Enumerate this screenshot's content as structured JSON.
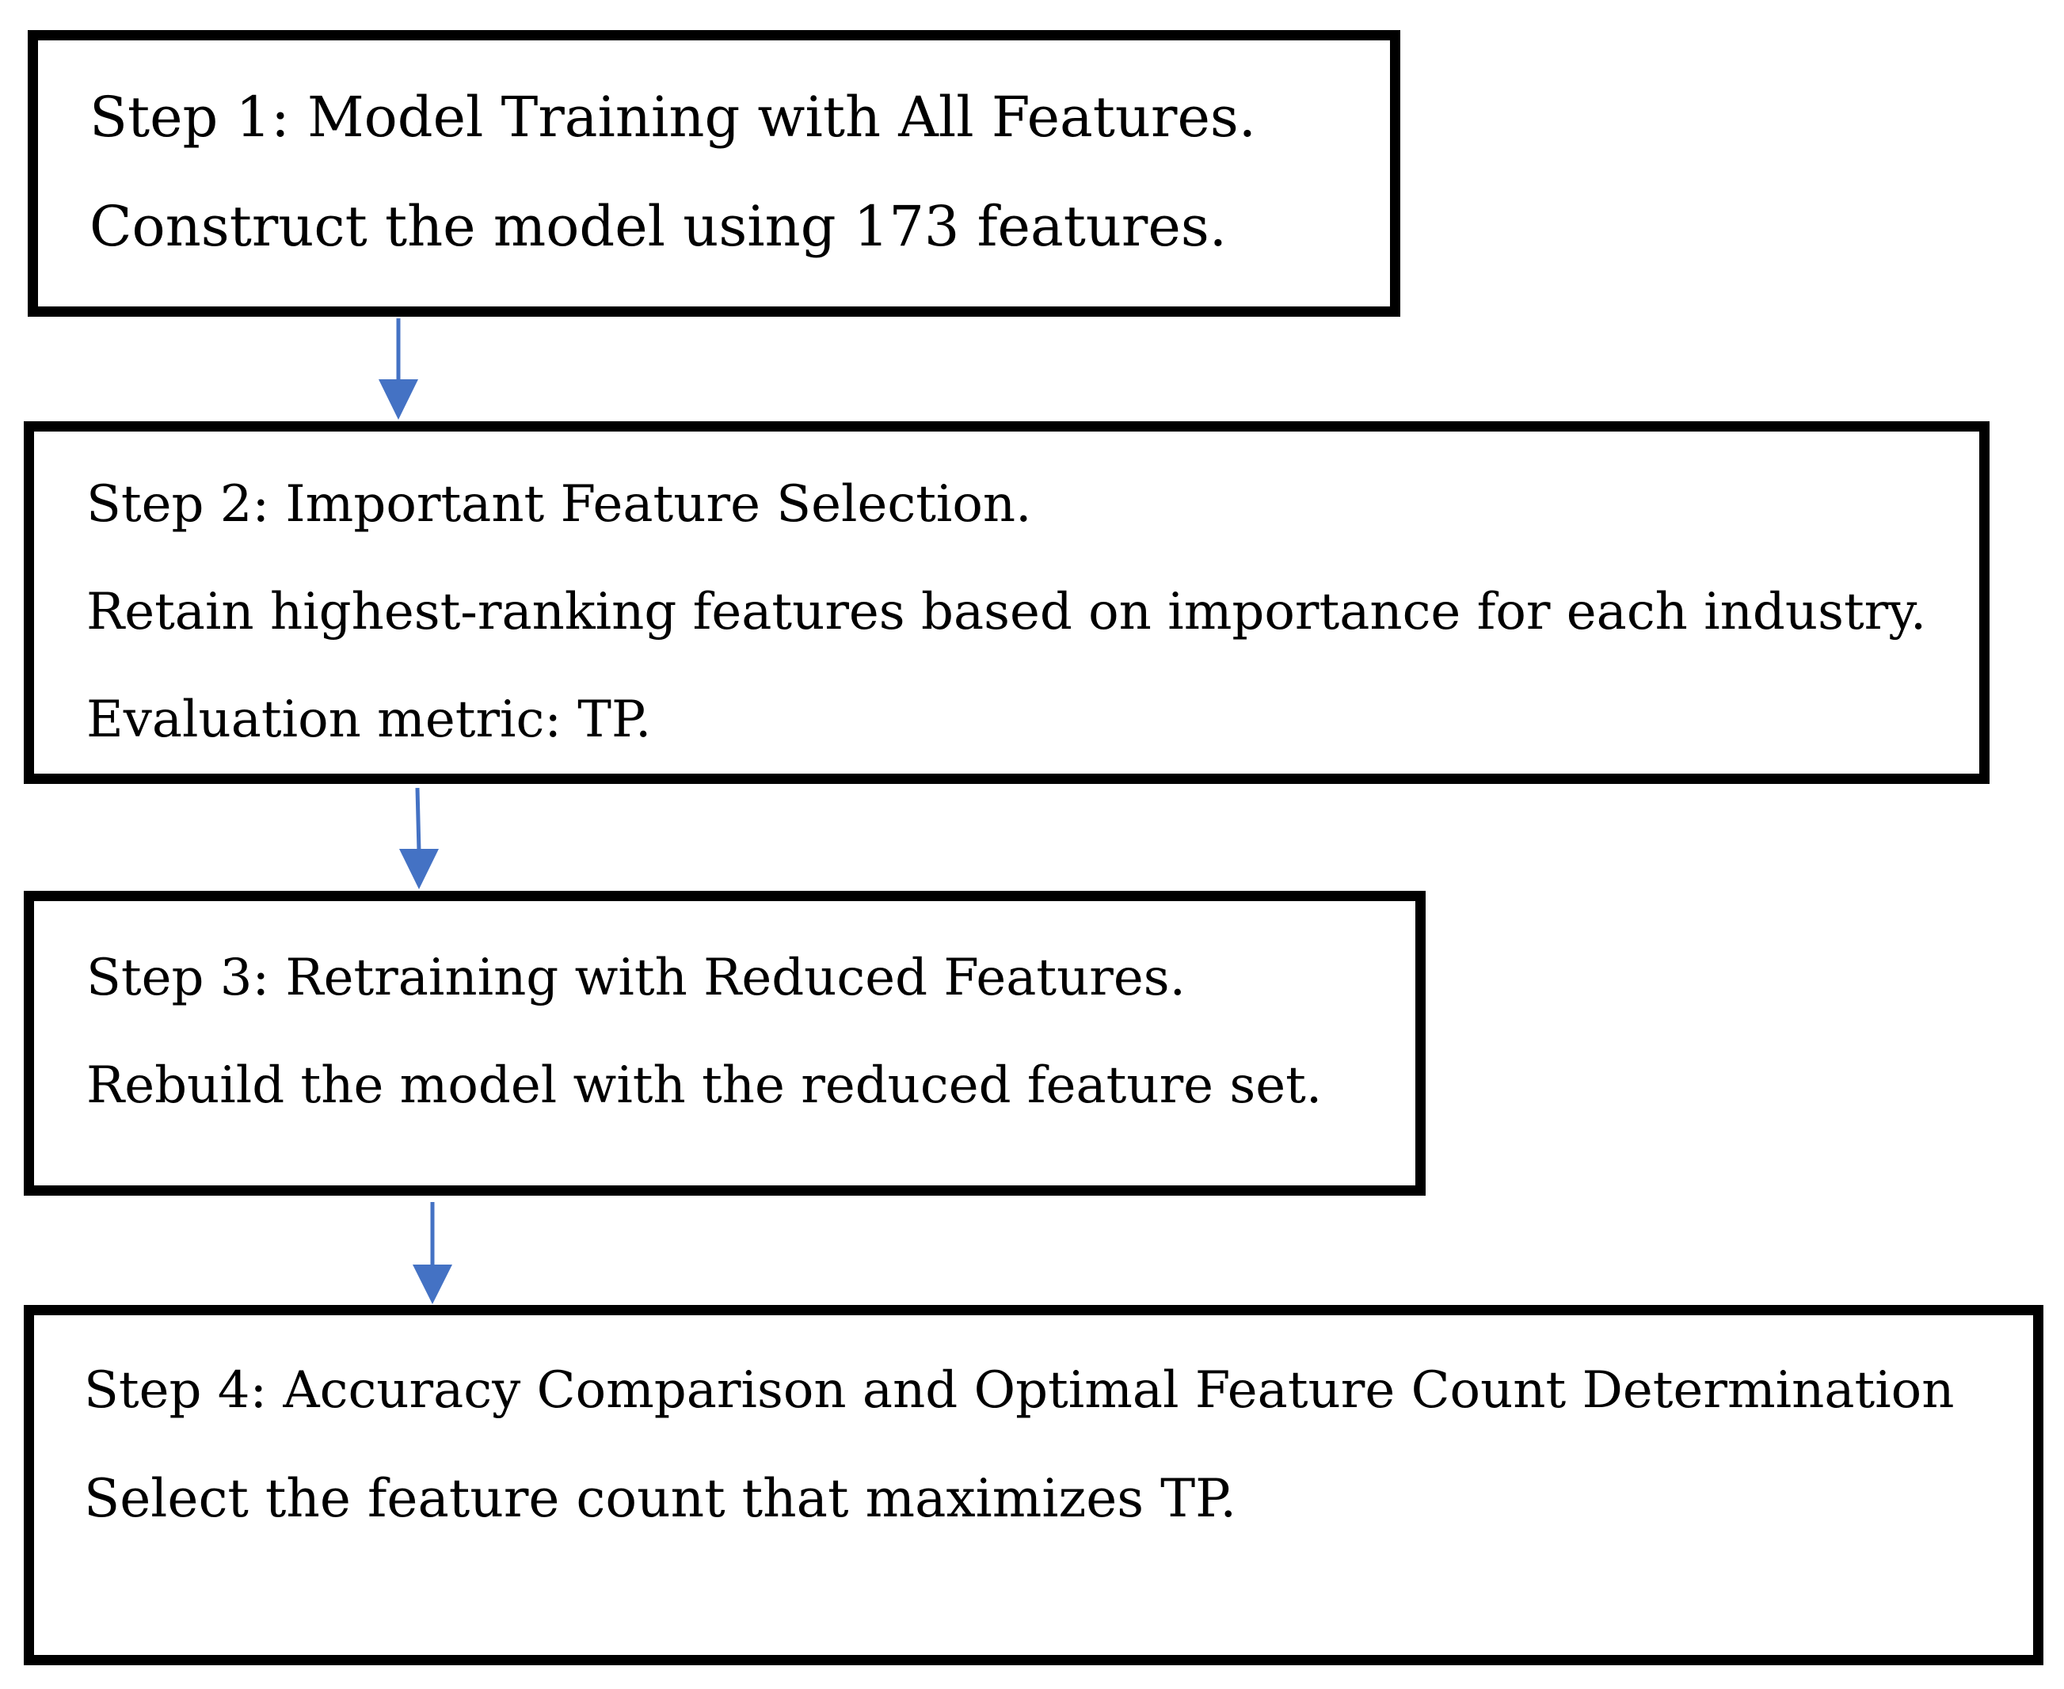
{
  "steps": [
    {
      "heading": "Step 1: Model Training with All Features.",
      "lines": [
        "Construct the model using 173 features."
      ]
    },
    {
      "heading": "Step 2: Important Feature Selection.",
      "lines": [
        "Retain highest-ranking features based on importance for each industry.",
        "Evaluation metric: TP."
      ]
    },
    {
      "heading": "Step 3: Retraining with Reduced Features.",
      "lines": [
        "Rebuild the model with the reduced feature set."
      ]
    },
    {
      "heading": "Step 4: Accuracy Comparison and Optimal Feature Count Determination",
      "lines": [
        "Select the feature count that maximizes TP."
      ]
    }
  ],
  "colors": {
    "arrow": "#4472C4",
    "box_border": "#000000",
    "text": "#000000"
  }
}
